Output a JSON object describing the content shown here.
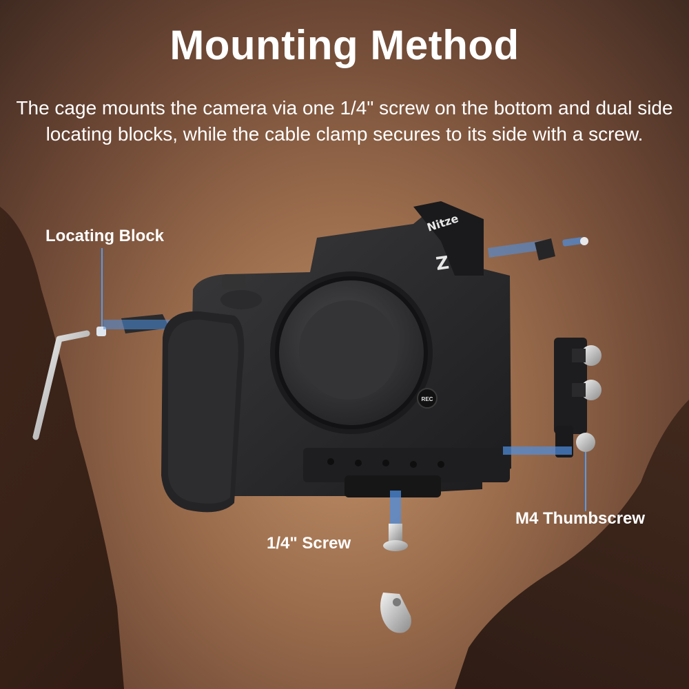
{
  "headline": "Mounting Method",
  "description": "The cage mounts the camera via one 1/4\" screw on the bottom and dual side locating blocks, while the cable clamp secures to its side with a screw.",
  "callouts": {
    "locating_block": "Locating Block",
    "quarter_screw": "1/4\" Screw",
    "thumbscrew": "M4 Thumbscrew"
  },
  "product": {
    "cage_brand": "Nitze",
    "camera_button": "REC"
  },
  "colors": {
    "accent_blue": "#4f8fe0",
    "text": "#ffffff"
  }
}
